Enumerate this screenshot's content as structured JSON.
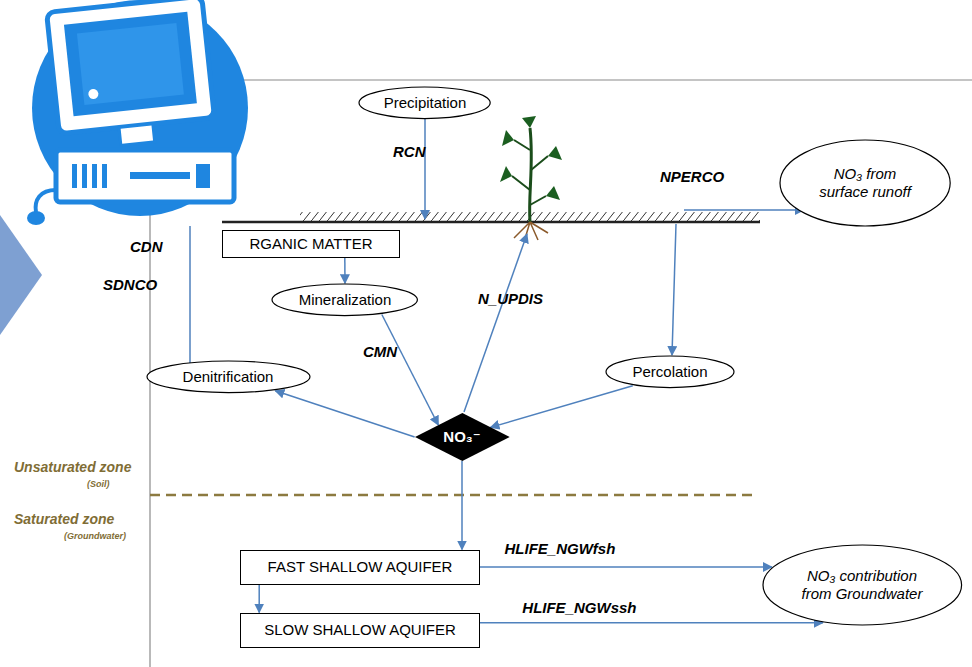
{
  "diagram": {
    "nodes": [
      {
        "text": [
          "Precipitation"
        ]
      },
      {
        "text": [
          "RGANIC MATTER"
        ]
      },
      {
        "text": [
          "Mineralization"
        ]
      },
      {
        "text": [
          "Denitrification"
        ]
      },
      {
        "text": [
          "Percolation"
        ]
      },
      {
        "text": [
          "NO₃⁻"
        ]
      },
      {
        "text": [
          "NO₃ from surface runoff"
        ]
      },
      {
        "text": [
          "FAST  SHALLOW AQUIFER"
        ]
      },
      {
        "text": [
          "SLOW SHALLOW AQUIFER"
        ]
      },
      {
        "text": [
          "NO₃ contribution from Groundwater"
        ]
      }
    ],
    "edges": [
      {
        "from": 1,
        "to": 2,
        "arrow": "to"
      },
      {
        "from": 2,
        "to": 5,
        "label": "CMN",
        "arrow": "to"
      },
      {
        "from": 5,
        "to": 3,
        "arrow": "to"
      },
      {
        "from": 4,
        "to": 5,
        "arrow": "to"
      },
      {
        "from": 5,
        "to": 7,
        "arrow": "to"
      },
      {
        "from": 7,
        "to": 8,
        "arrow": "to"
      },
      {
        "from": 7,
        "to": 9,
        "label": "HLIFE_NGWfsh",
        "arrow": "to"
      },
      {
        "from": 8,
        "to": 9,
        "label": "HLIFE_NGWssh",
        "arrow": "to"
      }
    ],
    "labels": [
      "RCN",
      "NPERCO",
      "CDN",
      "SDNCO",
      "N_UPDIS",
      "Unsaturated zone",
      "(Soil)",
      "Saturated zone",
      "(Groundwater)"
    ]
  }
}
